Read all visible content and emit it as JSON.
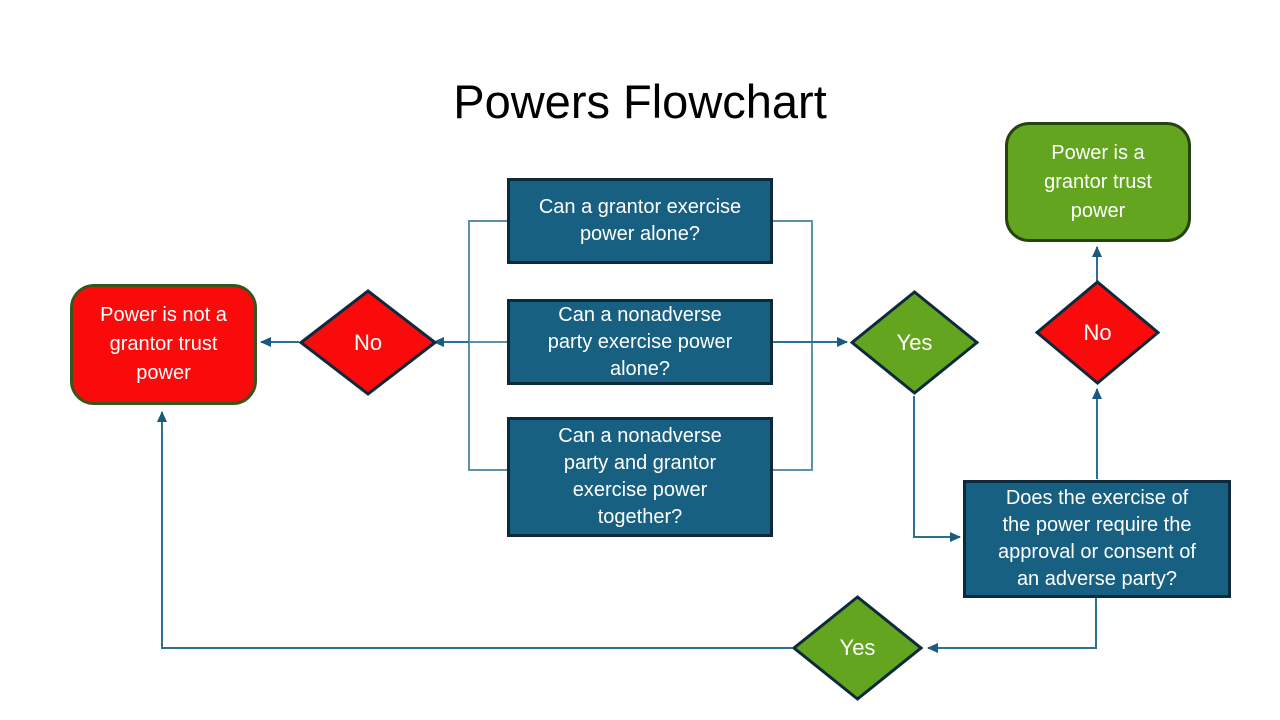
{
  "title": "Powers Flowchart",
  "nodes": {
    "grantor_alone": {
      "kind": "process",
      "label": "Can a grantor exercise\npower alone?"
    },
    "nonadverse_alone": {
      "kind": "process",
      "label": "Can a nonadverse\nparty exercise power\nalone?"
    },
    "together": {
      "kind": "process",
      "label": "Can a nonadverse\nparty and grantor\nexercise power\ntogether?"
    },
    "no_left": {
      "kind": "decision",
      "label": "No"
    },
    "not_grantor_power": {
      "kind": "terminal",
      "label": "Power is not a\ngrantor trust\npower"
    },
    "yes_right": {
      "kind": "decision",
      "label": "Yes"
    },
    "adverse_consent": {
      "kind": "process",
      "label": "Does the exercise of\nthe power require the\napproval or consent of\nan adverse party?"
    },
    "no_right": {
      "kind": "decision",
      "label": "No"
    },
    "grantor_power": {
      "kind": "terminal",
      "label": "Power is a\ngrantor trust\npower"
    },
    "yes_bottom": {
      "kind": "decision",
      "label": "Yes"
    }
  },
  "colors": {
    "canvas_bg": "#ffffff",
    "title_color": "#000000",
    "blue_fill": "#176082",
    "shape_border": "#0d2a3d",
    "red_fill": "#fa0a0a",
    "green_fill": "#63a51f",
    "green_border": "#24430f",
    "red_box_border": "#37551d",
    "connector": "#2b6f94",
    "bracket": "#5d90b0",
    "arrowhead": "#1a5a7e",
    "shape_text": "#ffffff"
  }
}
